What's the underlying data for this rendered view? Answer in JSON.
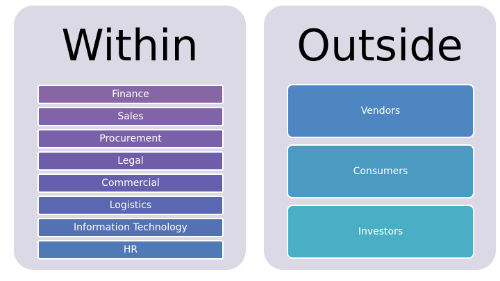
{
  "within": {
    "title": "Within",
    "items": [
      {
        "label": "Finance",
        "color": "#8766a6"
      },
      {
        "label": "Sales",
        "color": "#8164a7"
      },
      {
        "label": "Procurement",
        "color": "#7861a8"
      },
      {
        "label": "Legal",
        "color": "#6e5ea8"
      },
      {
        "label": "Commercial",
        "color": "#6460ad"
      },
      {
        "label": "Logistics",
        "color": "#5a67b1"
      },
      {
        "label": "Information Technology",
        "color": "#5471b3"
      },
      {
        "label": "HR",
        "color": "#4f7ab6"
      }
    ]
  },
  "outside": {
    "title": "Outside",
    "items": [
      {
        "label": "Vendors",
        "color": "#4d86c0"
      },
      {
        "label": "Consumers",
        "color": "#4a9ac2"
      },
      {
        "label": "Investors",
        "color": "#4aafc4"
      }
    ]
  }
}
